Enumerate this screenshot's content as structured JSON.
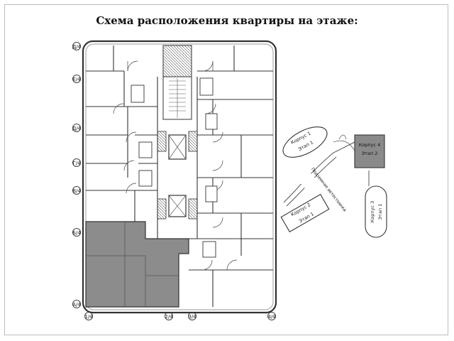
{
  "title": "Схема расположения квартиры на этаже:",
  "axes": {
    "rows": [
      "Д/4",
      "Е/4",
      "Д/4",
      "Г/4",
      "В/4",
      "Б/4",
      "А/4"
    ],
    "cols": [
      "1/4",
      "2/4",
      "3/4",
      "4/4"
    ]
  },
  "site_plan": {
    "buildings": [
      {
        "label": "Корпус 1",
        "sub": "Этап 1",
        "highlighted": false
      },
      {
        "label": "Корпус 4",
        "sub": "Этап 2",
        "highlighted": true
      },
      {
        "label": "Корпус 2",
        "sub": "Этап 1",
        "highlighted": false
      },
      {
        "label": "Корпус 3",
        "sub": "Этап 1",
        "highlighted": false
      }
    ],
    "parking_label": "Подземная автостоянка"
  },
  "colors": {
    "apartment_fill": "#8c8c8c",
    "highlight_building": "#8a8a8a",
    "wall": "#333333"
  }
}
